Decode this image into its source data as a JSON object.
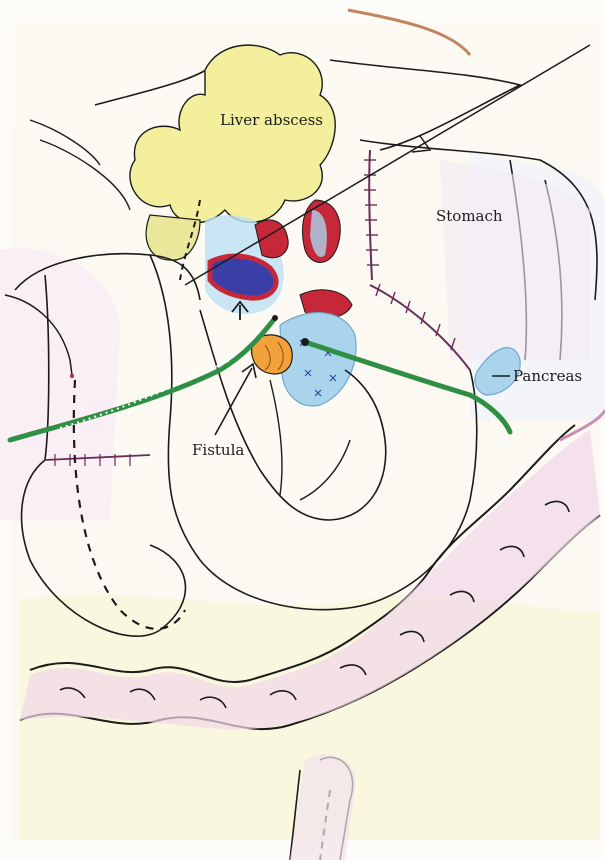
{
  "labels": {
    "liver_abscess": "Liver abscess",
    "stomach": "Stomach",
    "pancreas": "Pancreas",
    "fistula": "Fistula"
  },
  "colors": {
    "abscess_yellow": "#f3ef9c",
    "drain_green": "#2f8f45",
    "vessel_red": "#c6283a",
    "vessel_blue": "#2c3e9e",
    "pancreas_blue": "#a9d4ec",
    "fistula_orange": "#f2a23a",
    "bowel_pink": "#d7a6c8",
    "outline": "#1b1b1b"
  }
}
